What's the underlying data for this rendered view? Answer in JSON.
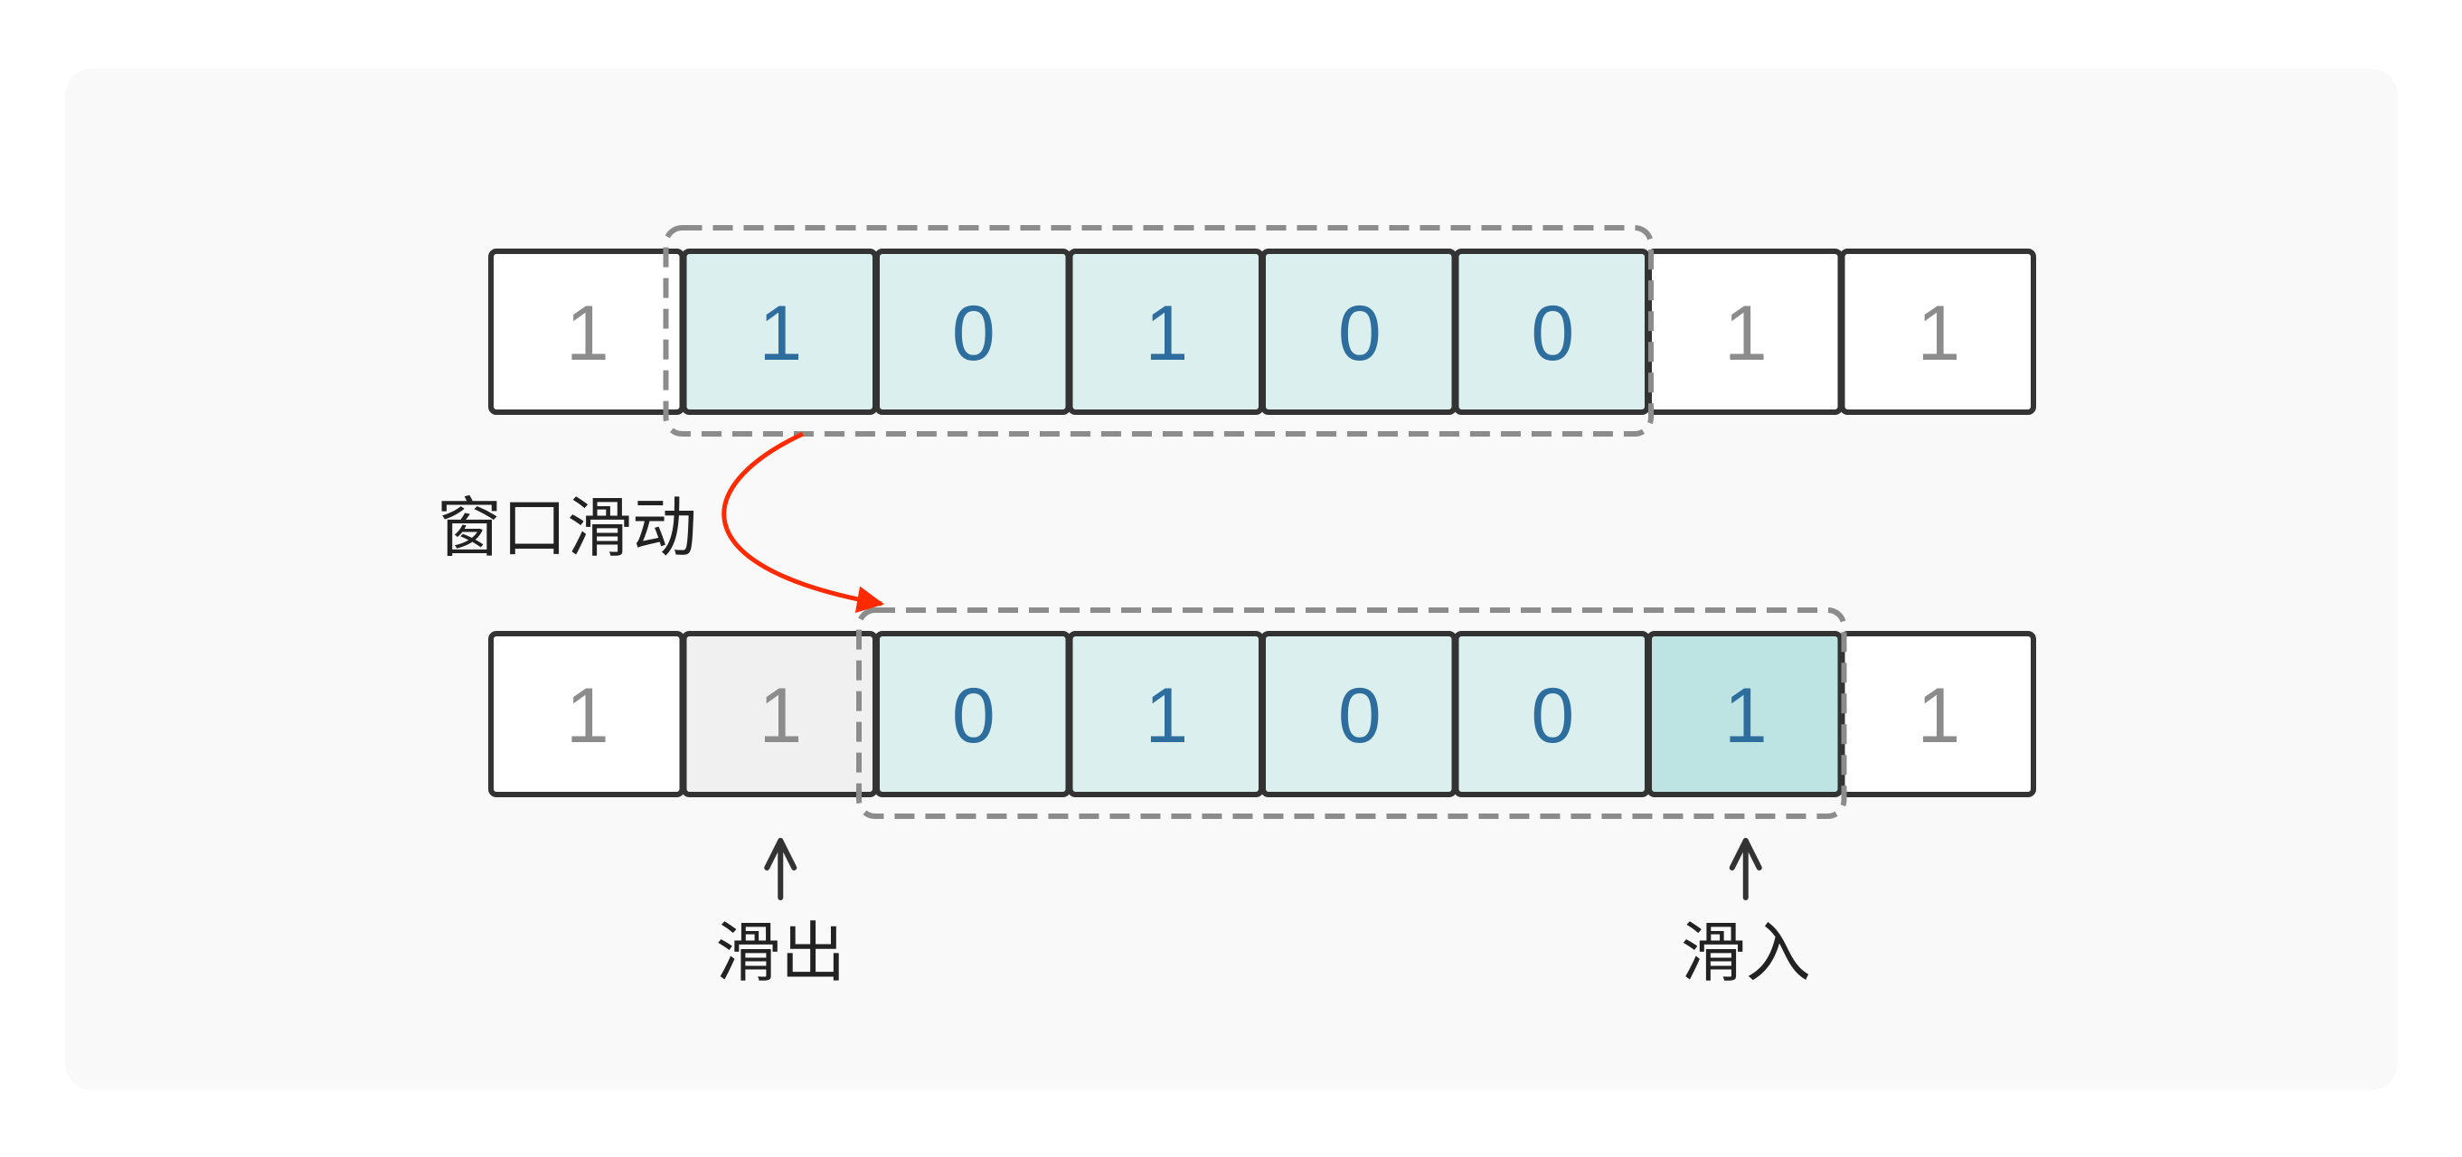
{
  "colors": {
    "panel_bg": "#f9f9f9",
    "cell_border": "#333333",
    "cell_default_fill": "#ffffff",
    "cell_window_fill": "#dcefef",
    "cell_in_fill": "#bde3e3",
    "cell_out_fill": "#f0f0f0",
    "text_window": "#2e6e9e",
    "text_default": "#8c8c8c",
    "window_frame": "#8c8c8c",
    "slide_arrow": "#ff2a00",
    "pointer_arrow": "#333333"
  },
  "rows": [
    {
      "name": "before",
      "window_start": 1,
      "window_end": 5,
      "cells": [
        {
          "value": "1",
          "state": "default"
        },
        {
          "value": "1",
          "state": "window"
        },
        {
          "value": "0",
          "state": "window"
        },
        {
          "value": "1",
          "state": "window"
        },
        {
          "value": "0",
          "state": "window"
        },
        {
          "value": "0",
          "state": "window"
        },
        {
          "value": "1",
          "state": "default"
        },
        {
          "value": "1",
          "state": "default"
        }
      ]
    },
    {
      "name": "after",
      "window_start": 2,
      "window_end": 6,
      "cells": [
        {
          "value": "1",
          "state": "default"
        },
        {
          "value": "1",
          "state": "out"
        },
        {
          "value": "0",
          "state": "window"
        },
        {
          "value": "1",
          "state": "window"
        },
        {
          "value": "0",
          "state": "window"
        },
        {
          "value": "0",
          "state": "window"
        },
        {
          "value": "1",
          "state": "in"
        },
        {
          "value": "1",
          "state": "default"
        }
      ]
    }
  ],
  "labels": {
    "slide": "窗口滑动",
    "slide_out": "滑出",
    "slide_in": "滑入"
  },
  "pointers": {
    "slide_out_cell": 1,
    "slide_in_cell": 6
  },
  "icons": {
    "slide_arrow": "curved-arrow-icon",
    "pointer": "up-arrow-icon"
  }
}
